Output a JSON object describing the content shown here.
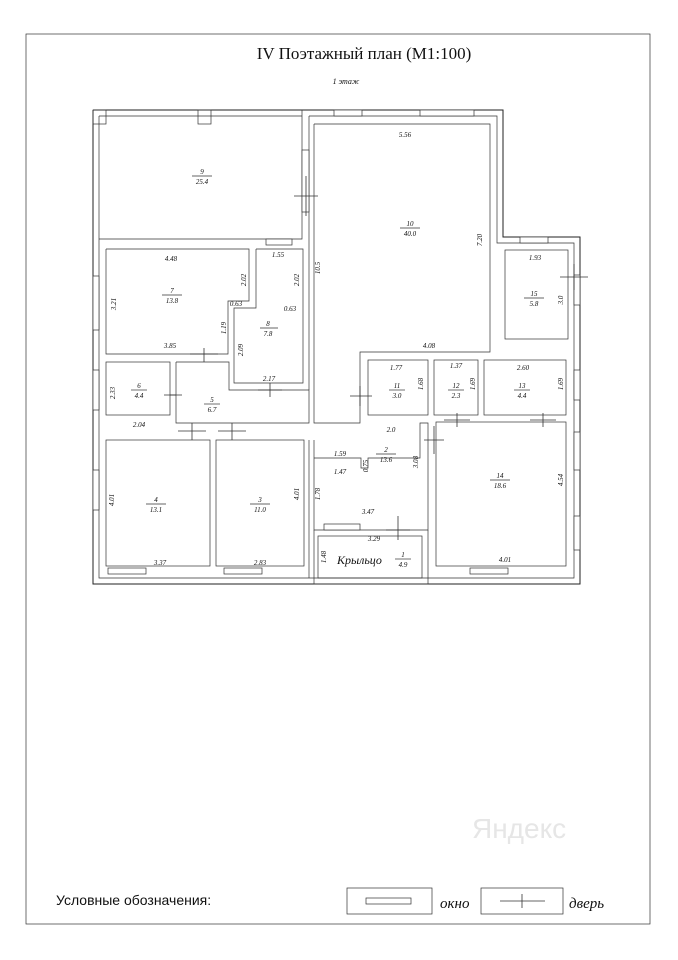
{
  "title": "IV Поэтажный план (М1:100)",
  "floor_label": "1 этаж",
  "rooms": [
    {
      "number": "9",
      "area": "25.4"
    },
    {
      "number": "10",
      "area": "40.0"
    },
    {
      "number": "7",
      "area": "13.8"
    },
    {
      "number": "8",
      "area": "7.8"
    },
    {
      "number": "15",
      "area": "5.8"
    },
    {
      "number": "6",
      "area": "4.4"
    },
    {
      "number": "5",
      "area": "6.7"
    },
    {
      "number": "11",
      "area": "3.0"
    },
    {
      "number": "12",
      "area": "2.3"
    },
    {
      "number": "13",
      "area": "4.4"
    },
    {
      "number": "2",
      "area": "13.6"
    },
    {
      "number": "4",
      "area": "13.1"
    },
    {
      "number": "3",
      "area": "11.0"
    },
    {
      "number": "14",
      "area": "18.6"
    },
    {
      "number": "1",
      "area": "4.9"
    }
  ],
  "porch_label": "Крыльцо",
  "dims": [
    "5.56",
    "7.20",
    "10.5",
    "4.08",
    "4.48",
    "2.02",
    "0.63",
    "3.21",
    "1.19",
    "3.85",
    "1.55",
    "2.02",
    "0.63",
    "2.09",
    "2.17",
    "1.93",
    "3.0",
    "2.33",
    "2.04",
    "1.77",
    "1.68",
    "1.37",
    "1.69",
    "2.60",
    "1.69",
    "2.0",
    "1.59",
    "1.47",
    "0.75",
    "3.08",
    "1.78",
    "3.47",
    "4.01",
    "3.37",
    "4.01",
    "2.83",
    "3.29",
    "1.48",
    "4.54",
    "4.01"
  ],
  "legend": {
    "label": "Условные обозначения:",
    "window": "окно",
    "door": "дверь"
  },
  "watermark": "Яндекс"
}
